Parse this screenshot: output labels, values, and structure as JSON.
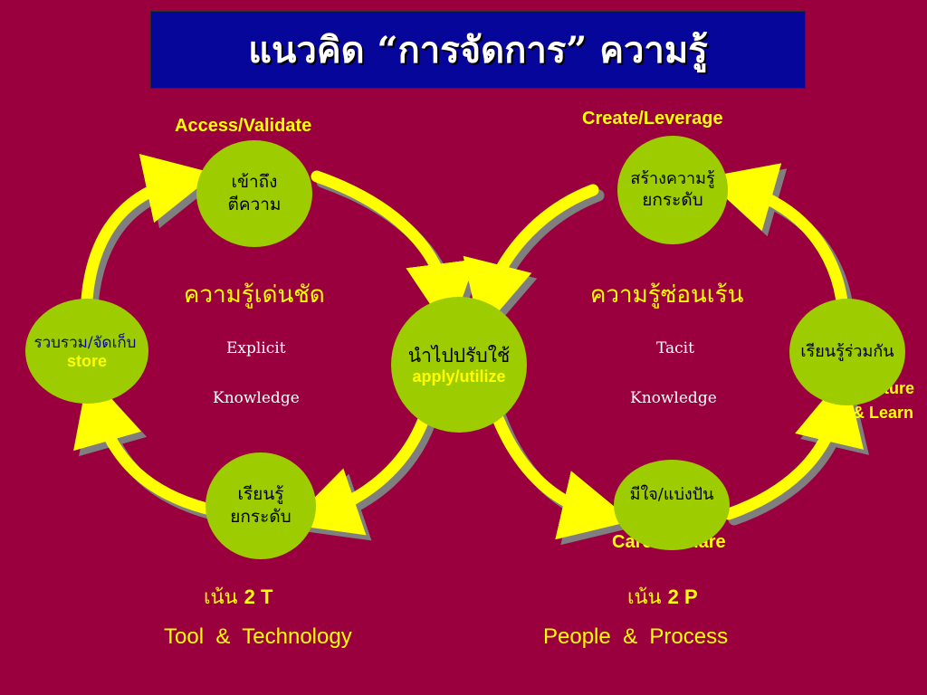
{
  "title": "แนวคิด “การจัดการ” ความรู้",
  "labels": {
    "access_validate": "Access/Validate",
    "create_leverage": "Create/Leverage",
    "care_share": "Care & Share",
    "capture_learn_1": "Capture",
    "capture_learn_2": "& Learn"
  },
  "circles": {
    "access": {
      "line1": "เข้าถึง",
      "line2": "ตีความ"
    },
    "store": {
      "line1": "รวบรวม/จัดเก็บ",
      "line2": "store"
    },
    "learn_left": {
      "line1": "เรียนรู้",
      "line2": "ยกระดับ"
    },
    "apply": {
      "line1": "นำไปปรับใช้",
      "line2": "apply/utilize"
    },
    "create": {
      "line1": "สร้างความรู้",
      "line2": "ยกระดับ"
    },
    "learn_together": {
      "line1": "เรียนรู้ร่วมกัน"
    },
    "share": {
      "line1": "มีใจ/แบ่งปัน"
    }
  },
  "explicit": {
    "thai": "ความรู้เด่นชัด",
    "line1": "Explicit",
    "line2": "Knowledge"
  },
  "tacit": {
    "thai": "ความรู้ซ่อนเร้น",
    "line1": "Tacit",
    "line2": "Knowledge"
  },
  "focus_left": {
    "prefix": "เน้น",
    "value": "2 T",
    "caption": "Tool  &  Technology"
  },
  "focus_right": {
    "prefix": "เน้น",
    "value": "2 P",
    "caption": "People  &  Process"
  },
  "colors": {
    "background": "#99003d",
    "title_bar": "#06069a",
    "circle": "#9dcc00",
    "arrow": "#ffff00",
    "arrow_shadow": "#7f7f7f",
    "label": "#ffff00"
  }
}
